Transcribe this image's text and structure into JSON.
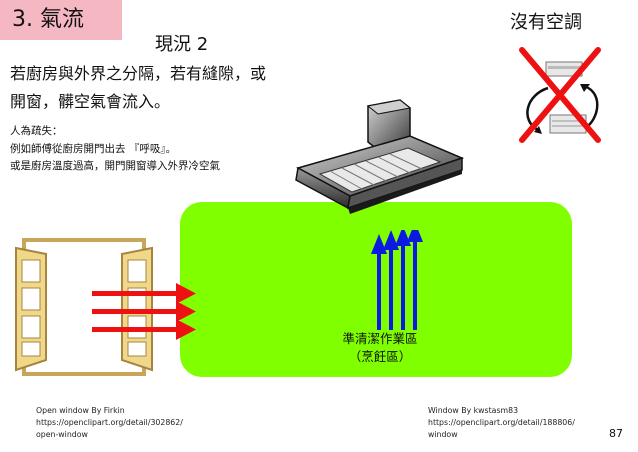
{
  "section": {
    "tab_label": "3.  氣流"
  },
  "subtitle": "現況 2",
  "corner_label": "沒有空調",
  "description": {
    "line1": "若廚房與外界之分隔，若有縫隙，或",
    "line2": "開窗，髒空氣會流入。"
  },
  "note": {
    "heading": "人為疏失：",
    "line1": "例如師傅從廚房開門出去 『呼吸』。",
    "line2": "或是廚房溫度過高，開門開窗導入外界冷空氣"
  },
  "zone": {
    "line1": "準清潔作業區",
    "line2": "（烹飪區）",
    "color": "#80ff00"
  },
  "credits": {
    "left": {
      "line1": "Open window  By   Firkin",
      "line2": "https://openclipart.org/detail/302862/",
      "line3": "open-window"
    },
    "right": {
      "line1": "Window By kwstasm83",
      "line2": "https://openclipart.org/detail/188806/",
      "line3": "window"
    }
  },
  "page_number": "87",
  "colors": {
    "tab": "#f5b8c2",
    "arrow_red": "#ee1111",
    "arrow_blue": "#0a1ae0",
    "cross_red": "#e11",
    "window_frame": "#f0d88a"
  },
  "icons": [
    "open-window-icon",
    "range-hood-icon",
    "air-conditioner-crossed-icon"
  ]
}
